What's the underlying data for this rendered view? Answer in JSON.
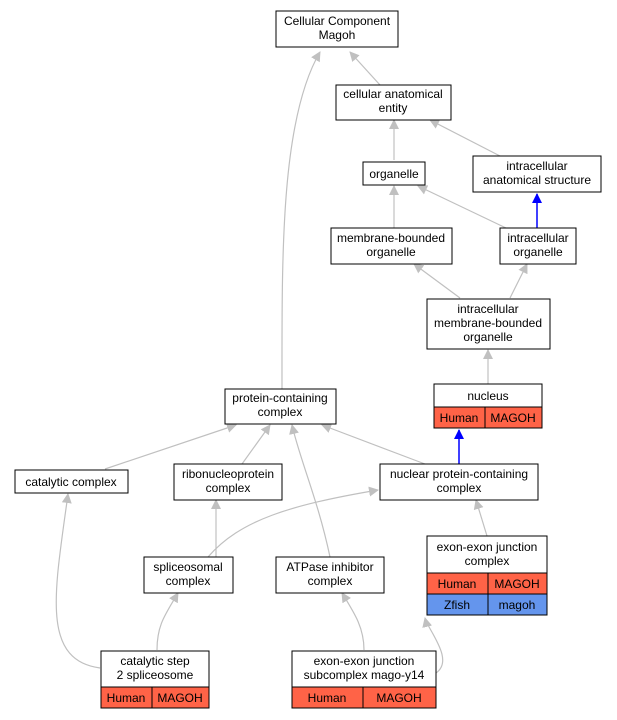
{
  "colors": {
    "human": "#ff6347",
    "zfish": "#6495ed",
    "edge_gray": "#c0c0c0",
    "edge_blue": "#0000ff"
  },
  "nodes": {
    "root": {
      "lines": [
        "Cellular Component",
        "Magoh"
      ]
    },
    "cae": {
      "lines": [
        "cellular anatomical",
        "entity"
      ]
    },
    "organelle": {
      "lines": [
        "organelle"
      ]
    },
    "ias": {
      "lines": [
        "intracellular",
        "anatomical structure"
      ]
    },
    "mbo": {
      "lines": [
        "membrane-bounded",
        "organelle"
      ]
    },
    "io": {
      "lines": [
        "intracellular",
        "organelle"
      ]
    },
    "imbo": {
      "lines": [
        "intracellular",
        "membrane-bounded",
        "organelle"
      ]
    },
    "nucleus": {
      "lines": [
        "nucleus"
      ],
      "rows": [
        [
          "Human",
          "MAGOH"
        ]
      ]
    },
    "pcc": {
      "lines": [
        "protein-containing",
        "complex"
      ]
    },
    "cat": {
      "lines": [
        "catalytic complex"
      ]
    },
    "rnp": {
      "lines": [
        "ribonucleoprotein",
        "complex"
      ]
    },
    "npcc": {
      "lines": [
        "nuclear protein-containing",
        "complex"
      ]
    },
    "ejc": {
      "lines": [
        "exon-exon junction",
        "complex"
      ],
      "rows": [
        [
          "Human",
          "MAGOH"
        ],
        [
          "Zfish",
          "magoh"
        ]
      ]
    },
    "spl": {
      "lines": [
        "spliceosomal",
        "complex"
      ]
    },
    "atp": {
      "lines": [
        "ATPase inhibitor",
        "complex"
      ]
    },
    "cs2": {
      "lines": [
        "catalytic step",
        "2 spliceosome"
      ],
      "rows": [
        [
          "Human",
          "MAGOH"
        ]
      ]
    },
    "ejs": {
      "lines": [
        "exon-exon junction",
        "subcomplex mago-y14"
      ],
      "rows": [
        [
          "Human",
          "MAGOH"
        ]
      ]
    }
  }
}
